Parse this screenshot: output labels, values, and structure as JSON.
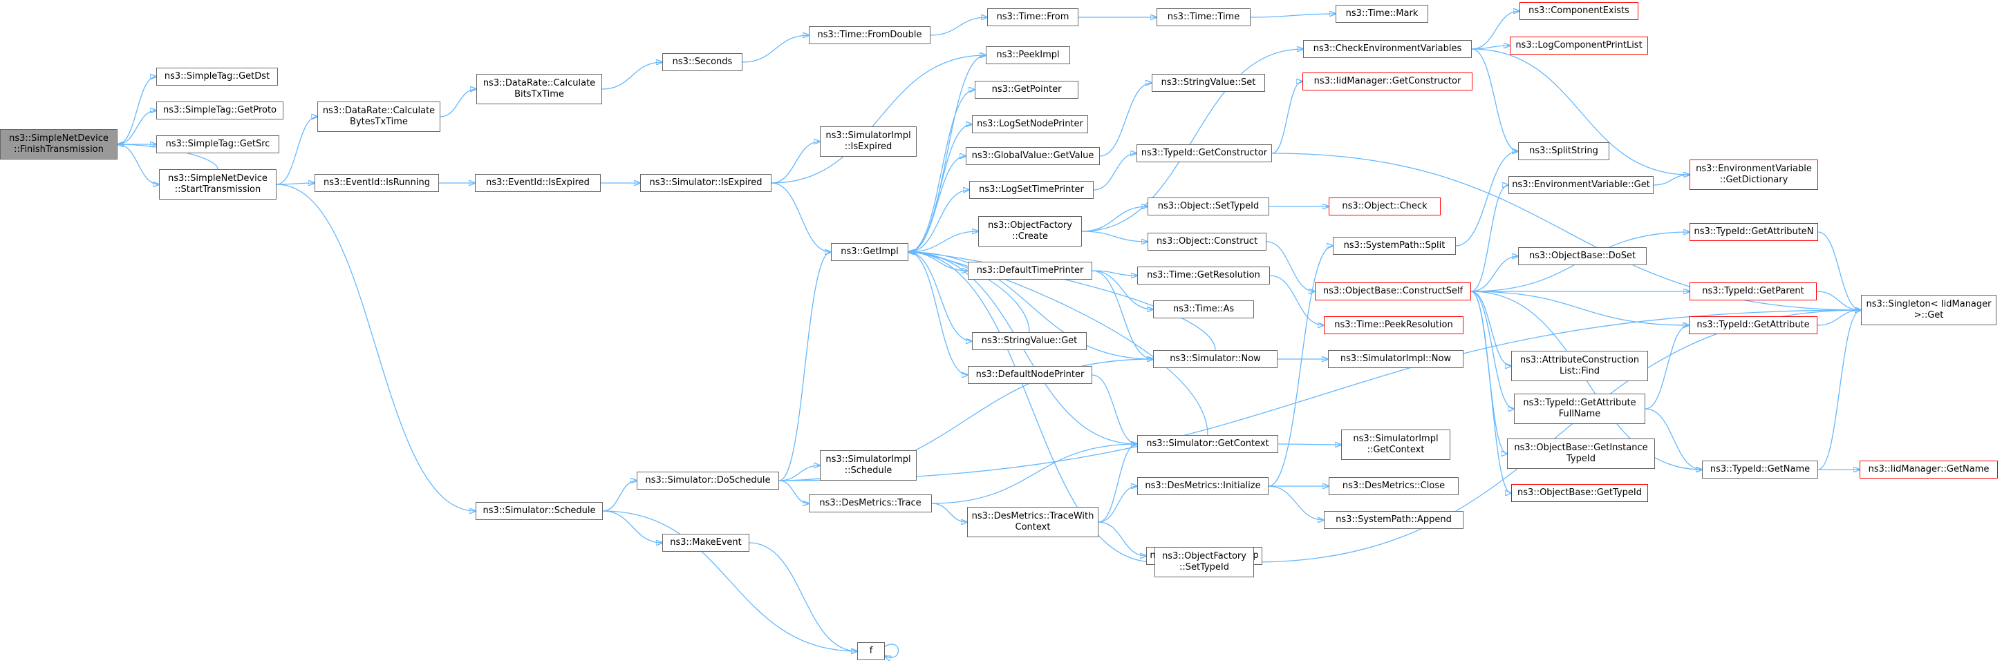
{
  "graph": {
    "nodes": [
      {
        "id": "root",
        "lines": [
          "ns3::SimpleNetDevice",
          "::FinishTransmission"
        ],
        "style": "root"
      },
      {
        "id": "tagGetDst",
        "lines": [
          "ns3::SimpleTag::GetDst"
        ]
      },
      {
        "id": "tagGetProto",
        "lines": [
          "ns3::SimpleTag::GetProto"
        ]
      },
      {
        "id": "tagGetSrc",
        "lines": [
          "ns3::SimpleTag::GetSrc"
        ]
      },
      {
        "id": "startTx",
        "lines": [
          "ns3::SimpleNetDevice",
          "::StartTransmission"
        ]
      },
      {
        "id": "calcBits1",
        "lines": [
          "ns3::DataRate::Calculate",
          "BytesTxTime"
        ]
      },
      {
        "id": "calcBits2",
        "lines": [
          "ns3::DataRate::Calculate",
          "BitsTxTime"
        ]
      },
      {
        "id": "seconds",
        "lines": [
          "ns3::Seconds"
        ]
      },
      {
        "id": "fromDouble",
        "lines": [
          "ns3::Time::FromDouble"
        ]
      },
      {
        "id": "timeFrom",
        "lines": [
          "ns3::Time::From"
        ]
      },
      {
        "id": "timeTime",
        "lines": [
          "ns3::Time::Time"
        ]
      },
      {
        "id": "timeMark",
        "lines": [
          "ns3::Time::Mark"
        ]
      },
      {
        "id": "eidIsRunning",
        "lines": [
          "ns3::EventId::IsRunning"
        ]
      },
      {
        "id": "eidIsExpired",
        "lines": [
          "ns3::EventId::IsExpired"
        ]
      },
      {
        "id": "simIsExpired",
        "lines": [
          "ns3::Simulator::IsExpired"
        ]
      },
      {
        "id": "simImplIsExpired",
        "lines": [
          "ns3::SimulatorImpl",
          "::IsExpired"
        ]
      },
      {
        "id": "getImpl",
        "lines": [
          "ns3::GetImpl"
        ]
      },
      {
        "id": "peekImpl",
        "lines": [
          "ns3::PeekImpl"
        ]
      },
      {
        "id": "getPointer",
        "lines": [
          "ns3::GetPointer"
        ]
      },
      {
        "id": "logSetNode",
        "lines": [
          "ns3::LogSetNodePrinter"
        ]
      },
      {
        "id": "gvGetValue",
        "lines": [
          "ns3::GlobalValue::GetValue"
        ]
      },
      {
        "id": "logSetTime",
        "lines": [
          "ns3::LogSetTimePrinter"
        ]
      },
      {
        "id": "ofCreate",
        "lines": [
          "ns3::ObjectFactory",
          "::Create"
        ]
      },
      {
        "id": "defTimePrinter",
        "lines": [
          "ns3::DefaultTimePrinter"
        ]
      },
      {
        "id": "svGet",
        "lines": [
          "ns3::StringValue::Get"
        ]
      },
      {
        "id": "defNodePrinter",
        "lines": [
          "ns3::DefaultNodePrinter"
        ]
      },
      {
        "id": "svSet",
        "lines": [
          "ns3::StringValue::Set"
        ]
      },
      {
        "id": "checkEnv",
        "lines": [
          "ns3::CheckEnvironmentVariables"
        ]
      },
      {
        "id": "compExists",
        "lines": [
          "ns3::ComponentExists"
        ],
        "style": "red"
      },
      {
        "id": "logCompPrint",
        "lines": [
          "ns3::LogComponentPrintList"
        ],
        "style": "red"
      },
      {
        "id": "iidGetCtor",
        "lines": [
          "ns3::IidManager::GetConstructor"
        ],
        "style": "red"
      },
      {
        "id": "tidGetCtor",
        "lines": [
          "ns3::TypeId::GetConstructor"
        ]
      },
      {
        "id": "splitString",
        "lines": [
          "ns3::SplitString"
        ]
      },
      {
        "id": "envGetDict",
        "lines": [
          "ns3::EnvironmentVariable",
          "::GetDictionary"
        ],
        "style": "red"
      },
      {
        "id": "objSetTypeId",
        "lines": [
          "ns3::Object::SetTypeId"
        ]
      },
      {
        "id": "objCheck",
        "lines": [
          "ns3::Object::Check"
        ],
        "style": "red"
      },
      {
        "id": "envGet",
        "lines": [
          "ns3::EnvironmentVariable::Get"
        ]
      },
      {
        "id": "objConstruct",
        "lines": [
          "ns3::Object::Construct"
        ]
      },
      {
        "id": "sysPathSplit",
        "lines": [
          "ns3::SystemPath::Split"
        ]
      },
      {
        "id": "tidGetAttrN",
        "lines": [
          "ns3::TypeId::GetAttributeN"
        ],
        "style": "red"
      },
      {
        "id": "objBaseDoSet",
        "lines": [
          "ns3::ObjectBase::DoSet"
        ]
      },
      {
        "id": "constructSelf",
        "lines": [
          "ns3::ObjectBase::ConstructSelf"
        ],
        "style": "red"
      },
      {
        "id": "timeGetRes",
        "lines": [
          "ns3::Time::GetResolution"
        ]
      },
      {
        "id": "tidGetParent",
        "lines": [
          "ns3::TypeId::GetParent"
        ],
        "style": "red"
      },
      {
        "id": "singletonGet",
        "lines": [
          "ns3::Singleton< IidManager",
          ">::Get"
        ]
      },
      {
        "id": "tidGetAttr",
        "lines": [
          "ns3::TypeId::GetAttribute"
        ],
        "style": "red"
      },
      {
        "id": "timeAs",
        "lines": [
          "ns3::Time::As"
        ]
      },
      {
        "id": "timePeekRes",
        "lines": [
          "ns3::Time::PeekResolution"
        ],
        "style": "red"
      },
      {
        "id": "simNow",
        "lines": [
          "ns3::Simulator::Now"
        ]
      },
      {
        "id": "simImplNow",
        "lines": [
          "ns3::SimulatorImpl::Now"
        ]
      },
      {
        "id": "attrConstFind",
        "lines": [
          "ns3::AttributeConstruction",
          "List::Find"
        ]
      },
      {
        "id": "tidGetAttrFull",
        "lines": [
          "ns3::TypeId::GetAttribute",
          "FullName"
        ]
      },
      {
        "id": "simGetContext",
        "lines": [
          "ns3::Simulator::GetContext"
        ]
      },
      {
        "id": "simImplGetContext",
        "lines": [
          "ns3::SimulatorImpl",
          "::GetContext"
        ]
      },
      {
        "id": "objBaseGetInst",
        "lines": [
          "ns3::ObjectBase::GetInstance",
          "TypeId"
        ]
      },
      {
        "id": "simDoSchedule",
        "lines": [
          "ns3::Simulator::DoSchedule"
        ]
      },
      {
        "id": "simImplSchedule",
        "lines": [
          "ns3::SimulatorImpl",
          "::Schedule"
        ]
      },
      {
        "id": "tidGetName",
        "lines": [
          "ns3::TypeId::GetName"
        ]
      },
      {
        "id": "iidGetName",
        "lines": [
          "ns3::IidManager::GetName"
        ],
        "style": "red"
      },
      {
        "id": "objBaseGetTid",
        "lines": [
          "ns3::ObjectBase::GetTypeId"
        ],
        "style": "red"
      },
      {
        "id": "desInit",
        "lines": [
          "ns3::DesMetrics::Initialize"
        ]
      },
      {
        "id": "desClose",
        "lines": [
          "ns3::DesMetrics::Close"
        ]
      },
      {
        "id": "desTrace",
        "lines": [
          "ns3::DesMetrics::Trace"
        ]
      },
      {
        "id": "desTraceCtx",
        "lines": [
          "ns3::DesMetrics::TraceWith",
          "Context"
        ]
      },
      {
        "id": "sysPathAppend",
        "lines": [
          "ns3::SystemPath::Append"
        ]
      },
      {
        "id": "simSchedule",
        "lines": [
          "ns3::Simulator::Schedule"
        ]
      },
      {
        "id": "timeGetStep",
        "lines": [
          "ns3::Time::GetTimeStep"
        ]
      },
      {
        "id": "makeEvent",
        "lines": [
          "ns3::MakeEvent"
        ]
      },
      {
        "id": "ofSetTypeId",
        "lines": [
          "ns3::ObjectFactory",
          "::SetTypeId"
        ]
      },
      {
        "id": "f",
        "lines": [
          "f"
        ]
      }
    ],
    "colors": {
      "edge": "#63b8ff",
      "node_border": "#666666",
      "node_red_border": "#ff0000",
      "root_fill": "#999999",
      "background": "#ffffff"
    }
  }
}
